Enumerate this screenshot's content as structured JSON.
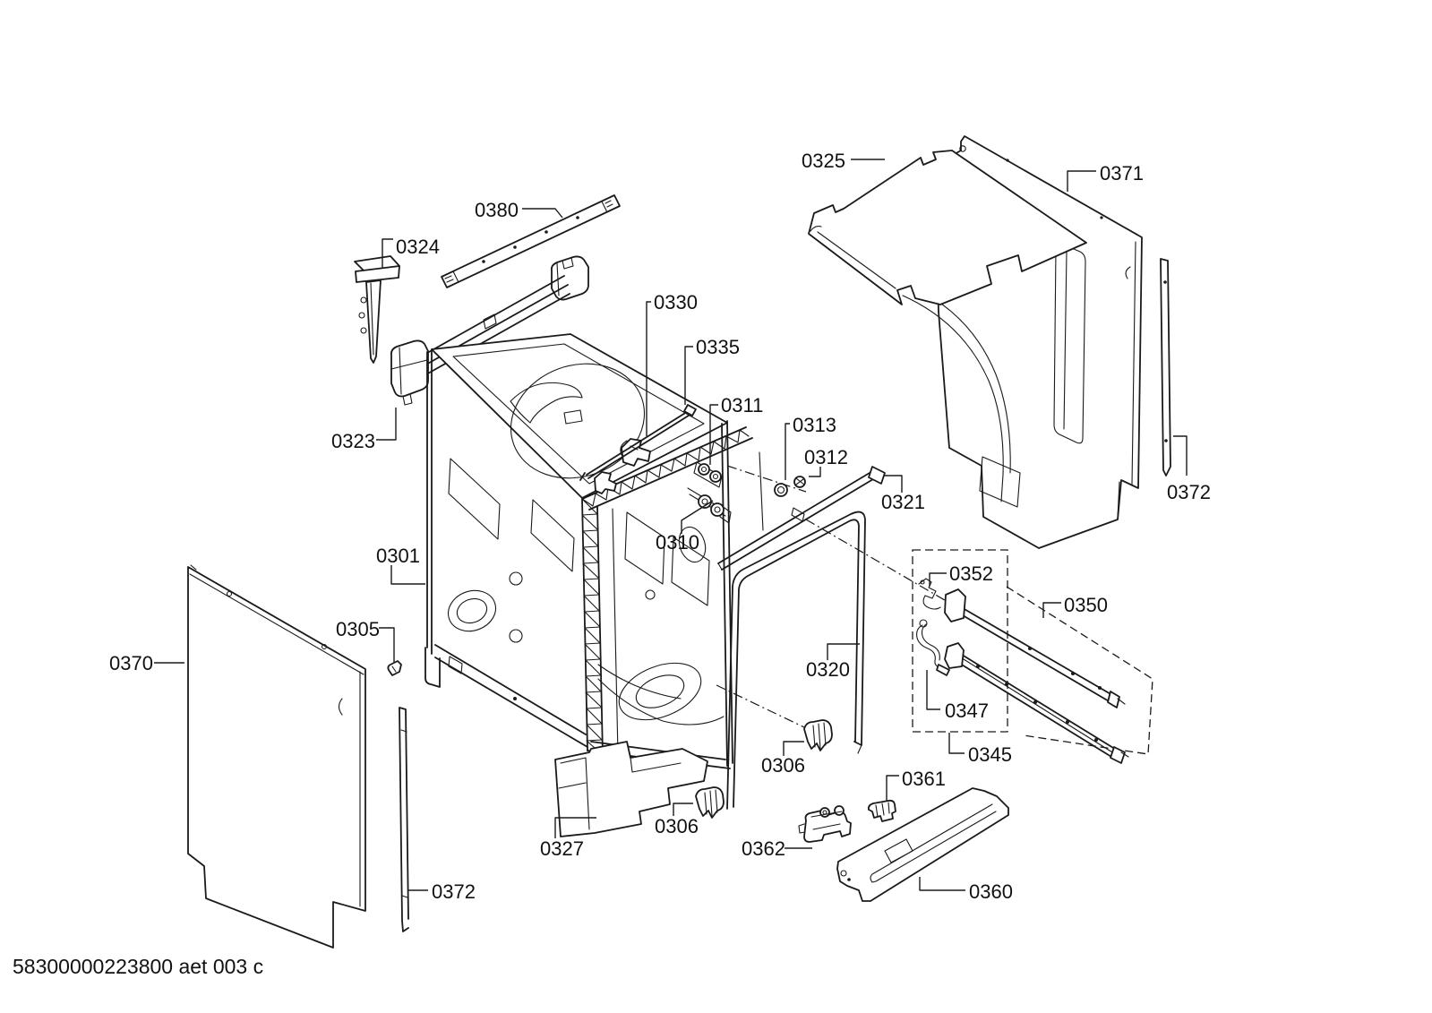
{
  "page": {
    "background": "#ffffff",
    "line_color": "#1a1a1a",
    "footer": "58300000223800 aet 003 c"
  },
  "callouts": [
    {
      "part": "0325"
    },
    {
      "part": "0371"
    },
    {
      "part": "0380"
    },
    {
      "part": "0324"
    },
    {
      "part": "0330"
    },
    {
      "part": "0335"
    },
    {
      "part": "0311"
    },
    {
      "part": "0313"
    },
    {
      "part": "0312"
    },
    {
      "part": "0321"
    },
    {
      "part": "0323"
    },
    {
      "part": "0310"
    },
    {
      "part": "0301"
    },
    {
      "part": "0352"
    },
    {
      "part": "0350"
    },
    {
      "part": "0305"
    },
    {
      "part": "0370"
    },
    {
      "part": "0320"
    },
    {
      "part": "0347"
    },
    {
      "part": "0306"
    },
    {
      "part": "0345"
    },
    {
      "part": "0361"
    },
    {
      "part": "0327"
    },
    {
      "part": "0306"
    },
    {
      "part": "0362"
    },
    {
      "part": "0360"
    },
    {
      "part": "0372"
    },
    {
      "part": "0372"
    }
  ]
}
